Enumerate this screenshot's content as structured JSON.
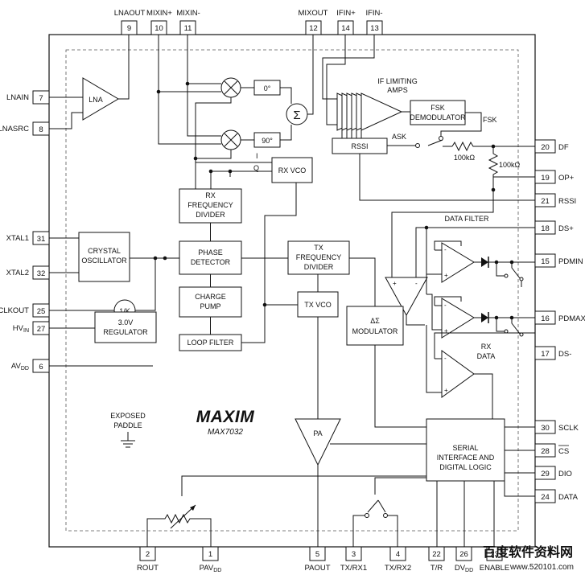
{
  "pins": [
    {
      "id": "lnaout",
      "num": "9",
      "label": "LNAOUT"
    },
    {
      "id": "mixinp",
      "num": "10",
      "label": "MIXIN+"
    },
    {
      "id": "mixinm",
      "num": "11",
      "label": "MIXIN-"
    },
    {
      "id": "mixout",
      "num": "12",
      "label": "MIXOUT"
    },
    {
      "id": "ifinp",
      "num": "14",
      "label": "IFIN+"
    },
    {
      "id": "ifinm",
      "num": "13",
      "label": "IFIN-"
    },
    {
      "id": "lnain",
      "num": "7",
      "label": "LNAIN"
    },
    {
      "id": "lnasrc",
      "num": "8",
      "label": "LNASRC"
    },
    {
      "id": "xtal1",
      "num": "31",
      "label": "XTAL1"
    },
    {
      "id": "xtal2",
      "num": "32",
      "label": "XTAL2"
    },
    {
      "id": "clkout",
      "num": "25",
      "label": "CLKOUT"
    },
    {
      "id": "hvin",
      "num": "27",
      "label": "HV",
      "sub": "IN"
    },
    {
      "id": "avdd",
      "num": "6",
      "label": "AV",
      "sub": "DD"
    },
    {
      "id": "df",
      "num": "20",
      "label": "DF"
    },
    {
      "id": "opp",
      "num": "19",
      "label": "OP+"
    },
    {
      "id": "rssi",
      "num": "21",
      "label": "RSSI"
    },
    {
      "id": "dsp",
      "num": "18",
      "label": "DS+"
    },
    {
      "id": "pdmin",
      "num": "15",
      "label": "PDMIN"
    },
    {
      "id": "pdmax",
      "num": "16",
      "label": "PDMAX"
    },
    {
      "id": "dsm",
      "num": "17",
      "label": "DS-"
    },
    {
      "id": "sclk",
      "num": "30",
      "label": "SCLK"
    },
    {
      "id": "cs",
      "num": "28",
      "label": "CS"
    },
    {
      "id": "dio",
      "num": "29",
      "label": "DIO"
    },
    {
      "id": "data",
      "num": "24",
      "label": "DATA"
    },
    {
      "id": "rout",
      "num": "2",
      "label": "ROUT"
    },
    {
      "id": "pavdd",
      "num": "1",
      "label": "PAV",
      "sub": "DD"
    },
    {
      "id": "paout",
      "num": "5",
      "label": "PAOUT"
    },
    {
      "id": "txrx1",
      "num": "3",
      "label": "TX/RX1"
    },
    {
      "id": "txrx2",
      "num": "4",
      "label": "TX/RX2"
    },
    {
      "id": "tr",
      "num": "22",
      "label": "T/R"
    },
    {
      "id": "dvdd",
      "num": "26",
      "label": "DV",
      "sub": "DD"
    },
    {
      "id": "enable",
      "num": "23",
      "label": "ENABLE"
    }
  ],
  "blocks": {
    "lna": "LNA",
    "phase0": "0°",
    "phase90": "90°",
    "sum": "Σ",
    "if_amps": [
      "IF LIMITING",
      "AMPS"
    ],
    "fsk": [
      "FSK",
      "DEMODULATOR"
    ],
    "fsk_label": "FSK",
    "ask_label": "ASK",
    "rssi": "RSSI",
    "r1": "100kΩ",
    "r2": "100kΩ",
    "data_filter": "DATA FILTER",
    "i_label": "I",
    "q_label": "Q",
    "rx_vco": "RX VCO",
    "rx_div": [
      "RX",
      "FREQUENCY",
      "DIVIDER"
    ],
    "crystal": [
      "CRYSTAL",
      "OSCILLATOR"
    ],
    "phase_det": [
      "PHASE",
      "DETECTOR"
    ],
    "tx_div": [
      "TX",
      "FREQUENCY",
      "DIVIDER"
    ],
    "charge_pump": [
      "CHARGE",
      "PUMP"
    ],
    "div_k": "1/K",
    "regulator": [
      "3.0V",
      "REGULATOR"
    ],
    "loop_filter": "LOOP FILTER",
    "tx_vco": "TX VCO",
    "modulator": [
      "ΔΣ",
      "MODULATOR"
    ],
    "rx_data": [
      "RX",
      "DATA"
    ],
    "exposed_paddle": [
      "EXPOSED",
      "PADDLE"
    ],
    "pa": "PA",
    "logic": [
      "SERIAL",
      "INTERFACE AND",
      "DIGITAL LOGIC"
    ],
    "logo": "MAXIM",
    "part": "MAX7032",
    "watermark": [
      "百度软件资料网",
      "www.520101.com"
    ]
  },
  "colors": {
    "line": "#111111",
    "dash": "#555555",
    "watermark": "#c7dbe8"
  }
}
